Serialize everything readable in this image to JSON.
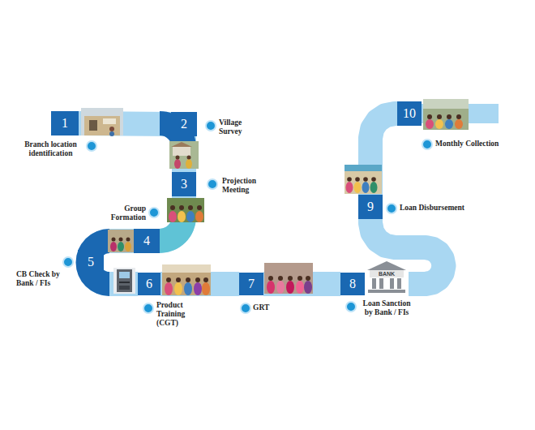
{
  "diagram": {
    "nodes": [
      {
        "text": [
          "1",
          "Branch location identification"
        ]
      },
      {
        "text": [
          "2",
          "Village Survey"
        ]
      },
      {
        "text": [
          "3",
          "Projection Meeting"
        ]
      },
      {
        "text": [
          "4",
          "Group Formation"
        ]
      },
      {
        "text": [
          "5",
          "CB Check by Bank / FIs"
        ]
      },
      {
        "text": [
          "6",
          "Product Training (CGT)"
        ]
      },
      {
        "text": [
          "7",
          "GRT"
        ]
      },
      {
        "text": [
          "8",
          "Loan Sanction by Bank / FIs"
        ]
      },
      {
        "text": [
          "9",
          "Loan Disbursement"
        ]
      },
      {
        "text": [
          "10",
          "Monthly Collection"
        ]
      }
    ],
    "edges": [
      {
        "from": 0,
        "to": 1,
        "arrow": "none"
      },
      {
        "from": 1,
        "to": 2,
        "arrow": "none"
      },
      {
        "from": 2,
        "to": 3,
        "arrow": "none"
      },
      {
        "from": 3,
        "to": 4,
        "arrow": "none"
      },
      {
        "from": 4,
        "to": 5,
        "arrow": "none"
      },
      {
        "from": 5,
        "to": 6,
        "arrow": "none"
      },
      {
        "from": 6,
        "to": 7,
        "arrow": "none"
      },
      {
        "from": 7,
        "to": 8,
        "arrow": "none"
      },
      {
        "from": 8,
        "to": 9,
        "arrow": "none"
      }
    ],
    "labels": [
      "BANK"
    ]
  }
}
